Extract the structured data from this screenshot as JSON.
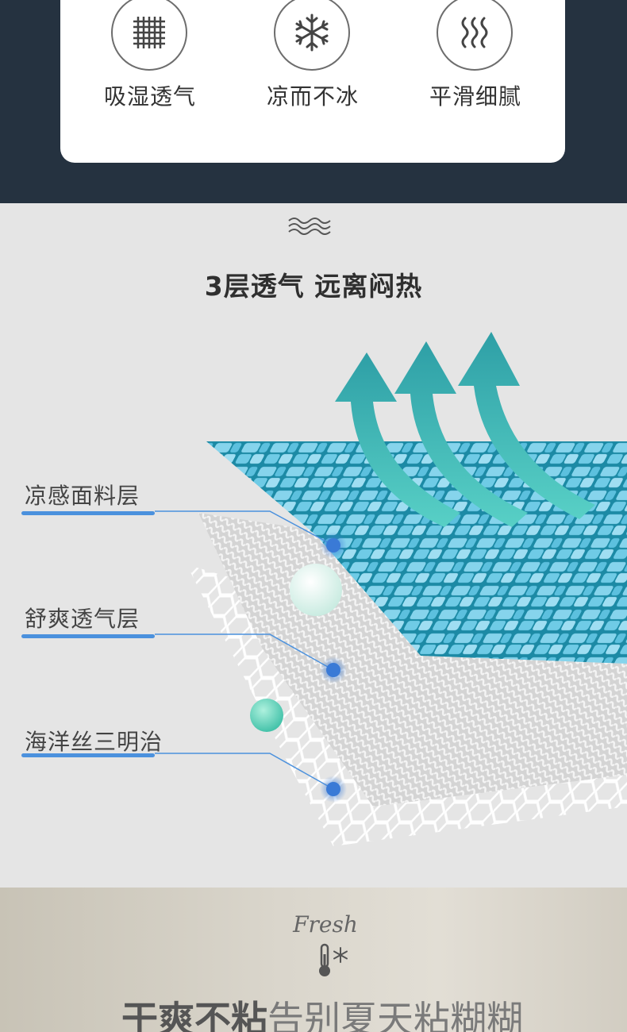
{
  "features": [
    {
      "label": "吸湿透气",
      "icon": "grid-icon"
    },
    {
      "label": "凉而不冰",
      "icon": "snowflake-icon"
    },
    {
      "label": "平滑细腻",
      "icon": "heat-waves-icon"
    }
  ],
  "section": {
    "title": "3层透气  远离闷热",
    "layers": [
      {
        "label": "凉感面料层"
      },
      {
        "label": "舒爽透气层"
      },
      {
        "label": "海洋丝三明治"
      }
    ]
  },
  "bottom": {
    "fresh": "Fresh",
    "slogan_bold": "干爽不粘",
    "slogan_rest": "告别夏天粘糊糊"
  },
  "colors": {
    "dark_bg": "#253240",
    "accent_blue": "#4b91dd",
    "fabric_blue": "#7fd0ea",
    "arrow_teal": "#3fb8a6"
  }
}
